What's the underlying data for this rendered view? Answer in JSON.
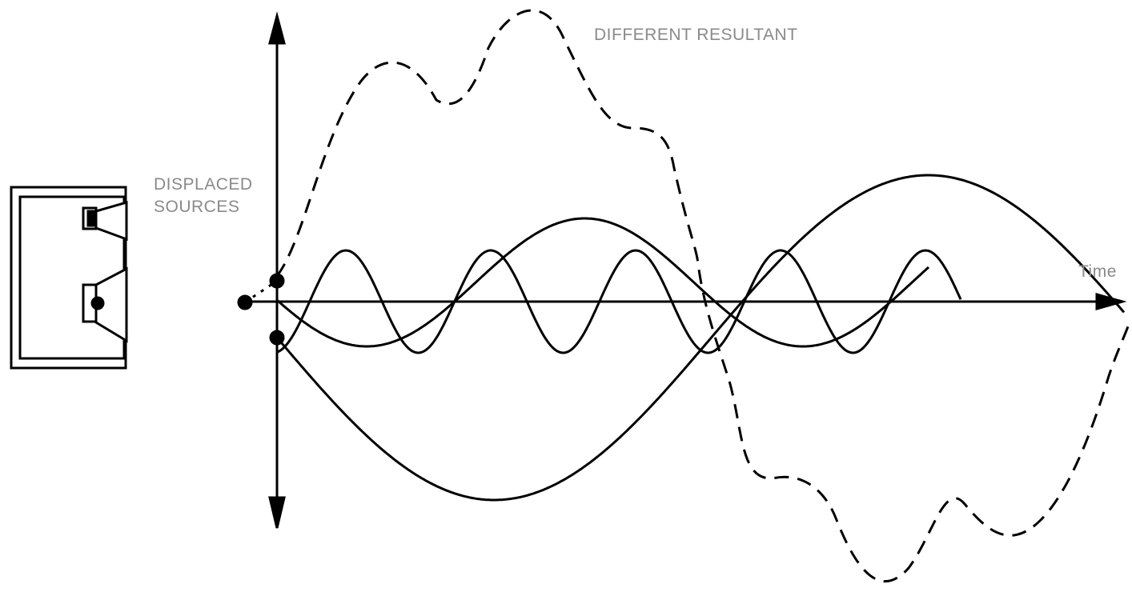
{
  "labels": {
    "different_resultant": "DIFFERENT RESULTANT",
    "displaced_sources": "DISPLACED\nSOURCES",
    "time_axis": "Time"
  },
  "colors": {
    "stroke": "#000000",
    "label": "#8a8a8a"
  },
  "icons": [
    "speaker-cabinet-icon",
    "woofer-icon",
    "tweeter-icon",
    "arrow-head-icon"
  ]
}
